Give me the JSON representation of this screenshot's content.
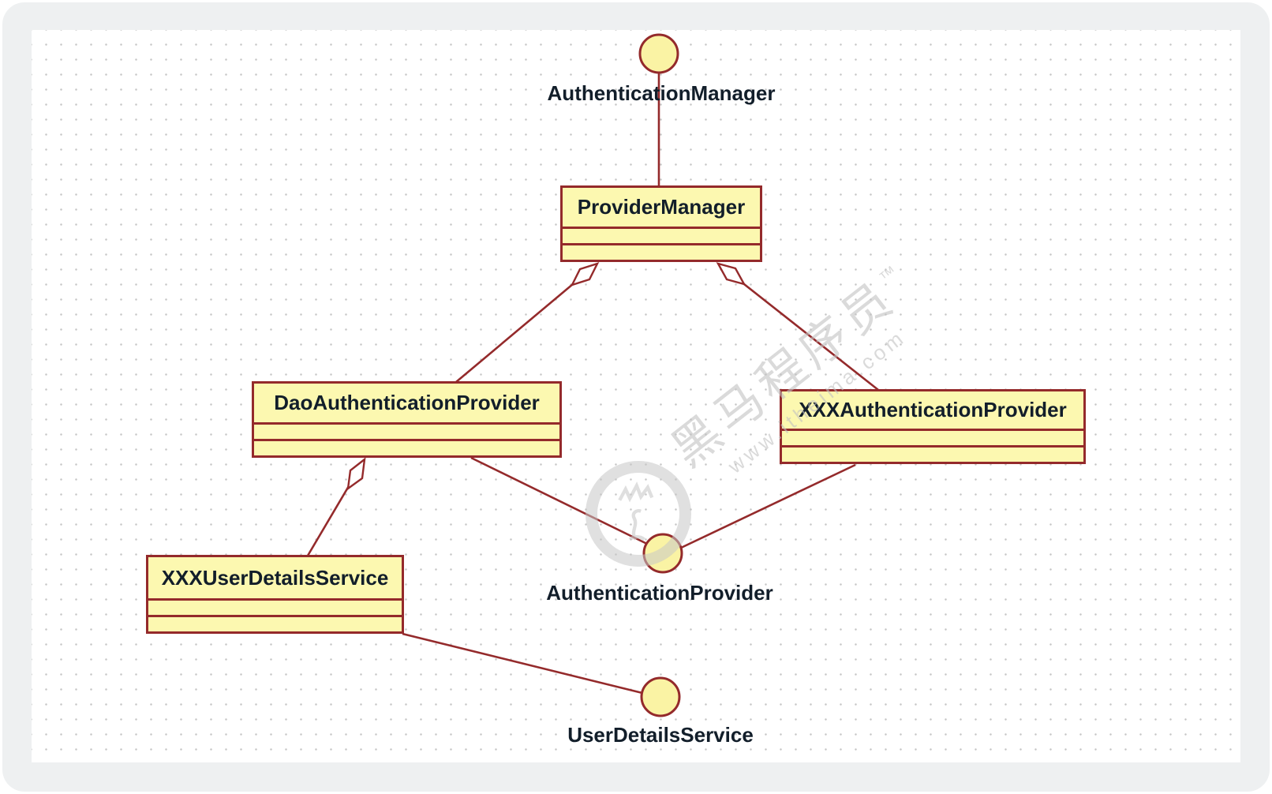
{
  "diagram": {
    "type": "uml-class-diagram",
    "interfaces": [
      {
        "label": "AuthenticationManager"
      },
      {
        "label": "AuthenticationProvider"
      },
      {
        "label": "UserDetailsService"
      }
    ],
    "classes": [
      {
        "name": "ProviderManager",
        "attributes": [],
        "operations": []
      },
      {
        "name": "DaoAuthenticationProvider",
        "attributes": [],
        "operations": []
      },
      {
        "name": "XXXAuthenticationProvider",
        "attributes": [],
        "operations": []
      },
      {
        "name": "XXXUserDetailsService",
        "attributes": [],
        "operations": []
      }
    ],
    "relationships": [
      {
        "from": "AuthenticationManager",
        "to": "ProviderManager",
        "type": "lollipop-interface-link"
      },
      {
        "from": "ProviderManager",
        "to": "DaoAuthenticationProvider",
        "type": "aggregation"
      },
      {
        "from": "ProviderManager",
        "to": "XXXAuthenticationProvider",
        "type": "aggregation"
      },
      {
        "from": "DaoAuthenticationProvider",
        "to": "AuthenticationProvider",
        "type": "lollipop-interface-link"
      },
      {
        "from": "XXXAuthenticationProvider",
        "to": "AuthenticationProvider",
        "type": "lollipop-interface-link"
      },
      {
        "from": "DaoAuthenticationProvider",
        "to": "XXXUserDetailsService",
        "type": "aggregation"
      },
      {
        "from": "XXXUserDetailsService",
        "to": "UserDetailsService",
        "type": "lollipop-interface-link"
      }
    ]
  },
  "watermark": {
    "brand": "黑马程序员",
    "tm": "™",
    "site": "www.itheima.com"
  },
  "colors": {
    "node_fill": "#FCF8B0",
    "circle_fill": "#FAF3A4",
    "node_border": "#942A2B",
    "text": "#121E2A",
    "frame_background": "#EEF0F1",
    "dot_grid": "#C6C6C6",
    "watermark": "#C2C2C2"
  }
}
